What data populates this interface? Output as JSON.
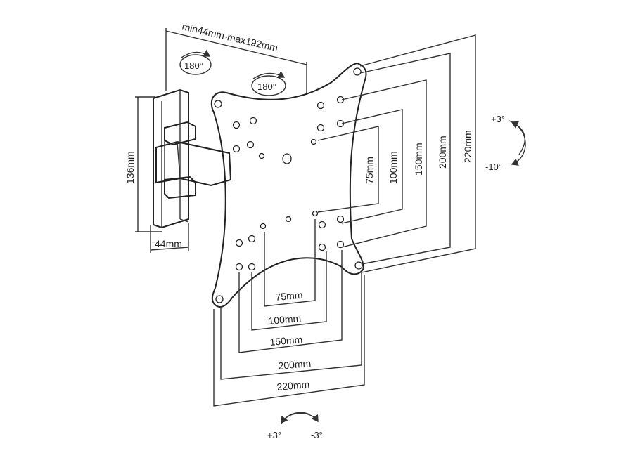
{
  "depth_label": "min44mm-max192mm",
  "swivel_arm_label": "180°",
  "swivel_plate_label": "180°",
  "wall_plate_height": "136mm",
  "wall_plate_width": "44mm",
  "tilt_up": "+3°",
  "tilt_down": "-10°",
  "rotate_left": "+3°",
  "rotate_right": "-3°",
  "vesa_vertical": [
    "75mm",
    "100mm",
    "150mm",
    "200mm",
    "220mm"
  ],
  "vesa_horizontal": [
    "75mm",
    "100mm",
    "150mm",
    "200mm",
    "220mm"
  ]
}
